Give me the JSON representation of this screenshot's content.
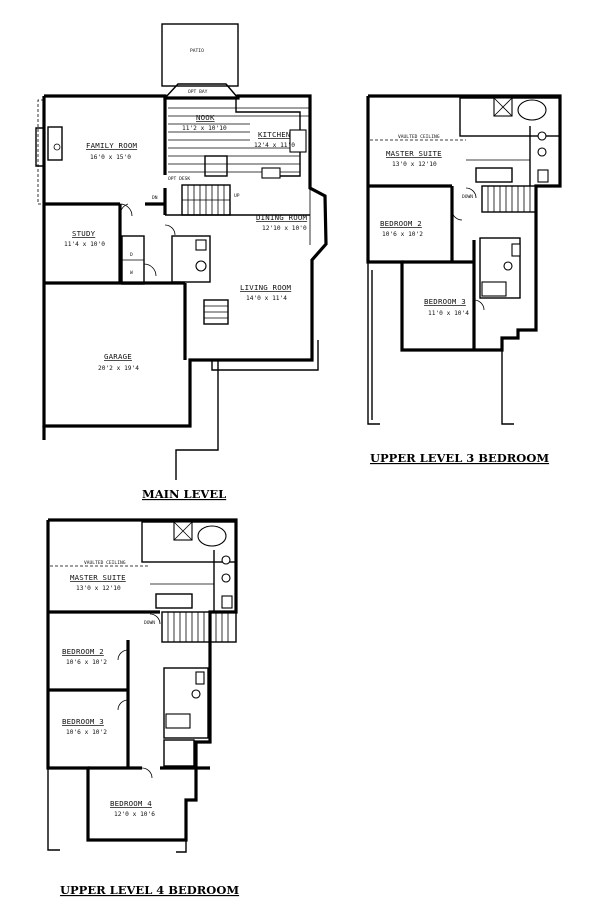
{
  "titles": {
    "main": "MAIN LEVEL",
    "upper3": "UPPER LEVEL 3 BEDROOM",
    "upper4": "UPPER LEVEL 4 BEDROOM"
  },
  "main_level": {
    "patio": "PATIO",
    "opt_bay": "OPT BAY",
    "nook": {
      "name": "NOOK",
      "dim": "11'2 x 10'10"
    },
    "kitchen": {
      "name": "KITCHEN",
      "dim": "12'4 x 11'0"
    },
    "family_room": {
      "name": "FAMILY ROOM",
      "dim": "16'0 x 15'0"
    },
    "opt_desk": "OPT DESK",
    "dn": "DN",
    "up": "UP",
    "study": {
      "name": "STUDY",
      "dim": "11'4 x 10'0"
    },
    "dining_room": {
      "name": "DINING ROOM",
      "dim": "12'10 x 10'0"
    },
    "living_room": {
      "name": "LIVING ROOM",
      "dim": "14'0 x 11'4"
    },
    "garage": {
      "name": "GARAGE",
      "dim": "20'2 x 19'4"
    },
    "d": "D",
    "w": "W"
  },
  "upper3": {
    "vaulted": "VAULTED CEILING",
    "master": {
      "name": "MASTER SUITE",
      "dim": "13'0 x 12'10"
    },
    "down": "DOWN",
    "bed2": {
      "name": "BEDROOM 2",
      "dim": "10'6 x 10'2"
    },
    "bed3": {
      "name": "BEDROOM 3",
      "dim": "11'0 x 10'4"
    }
  },
  "upper4": {
    "vaulted": "VAULTED CEILING",
    "master": {
      "name": "MASTER SUITE",
      "dim": "13'0 x 12'10"
    },
    "down": "DOWN",
    "bed2": {
      "name": "BEDROOM 2",
      "dim": "10'6 x 10'2"
    },
    "bed3": {
      "name": "BEDROOM 3",
      "dim": "10'6 x 10'2"
    },
    "bed4": {
      "name": "BEDROOM 4",
      "dim": "12'0 x 10'6"
    }
  }
}
